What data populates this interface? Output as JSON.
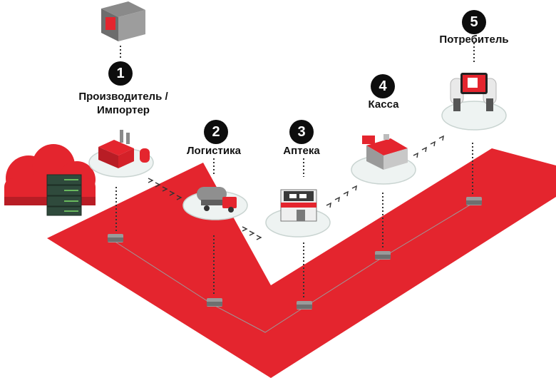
{
  "steps": [
    {
      "number": "1",
      "label": "Производитель / Импортер"
    },
    {
      "number": "2",
      "label": "Логистика"
    },
    {
      "number": "3",
      "label": "Аптека"
    },
    {
      "number": "4",
      "label": "Касса"
    },
    {
      "number": "5",
      "label": "Потребитель"
    }
  ],
  "colors": {
    "band": "#e4252e",
    "number_badge": "#0d0d0d",
    "platform": "#eef3f2",
    "node": "#9a9a9a",
    "server": "#2f4a3c"
  },
  "icons": [
    "cloud-icon",
    "server-rack-icon",
    "box-icon",
    "factory-icon",
    "truck-icon",
    "pharmacy-icon",
    "cash-register-icon",
    "smartphone-icon"
  ]
}
